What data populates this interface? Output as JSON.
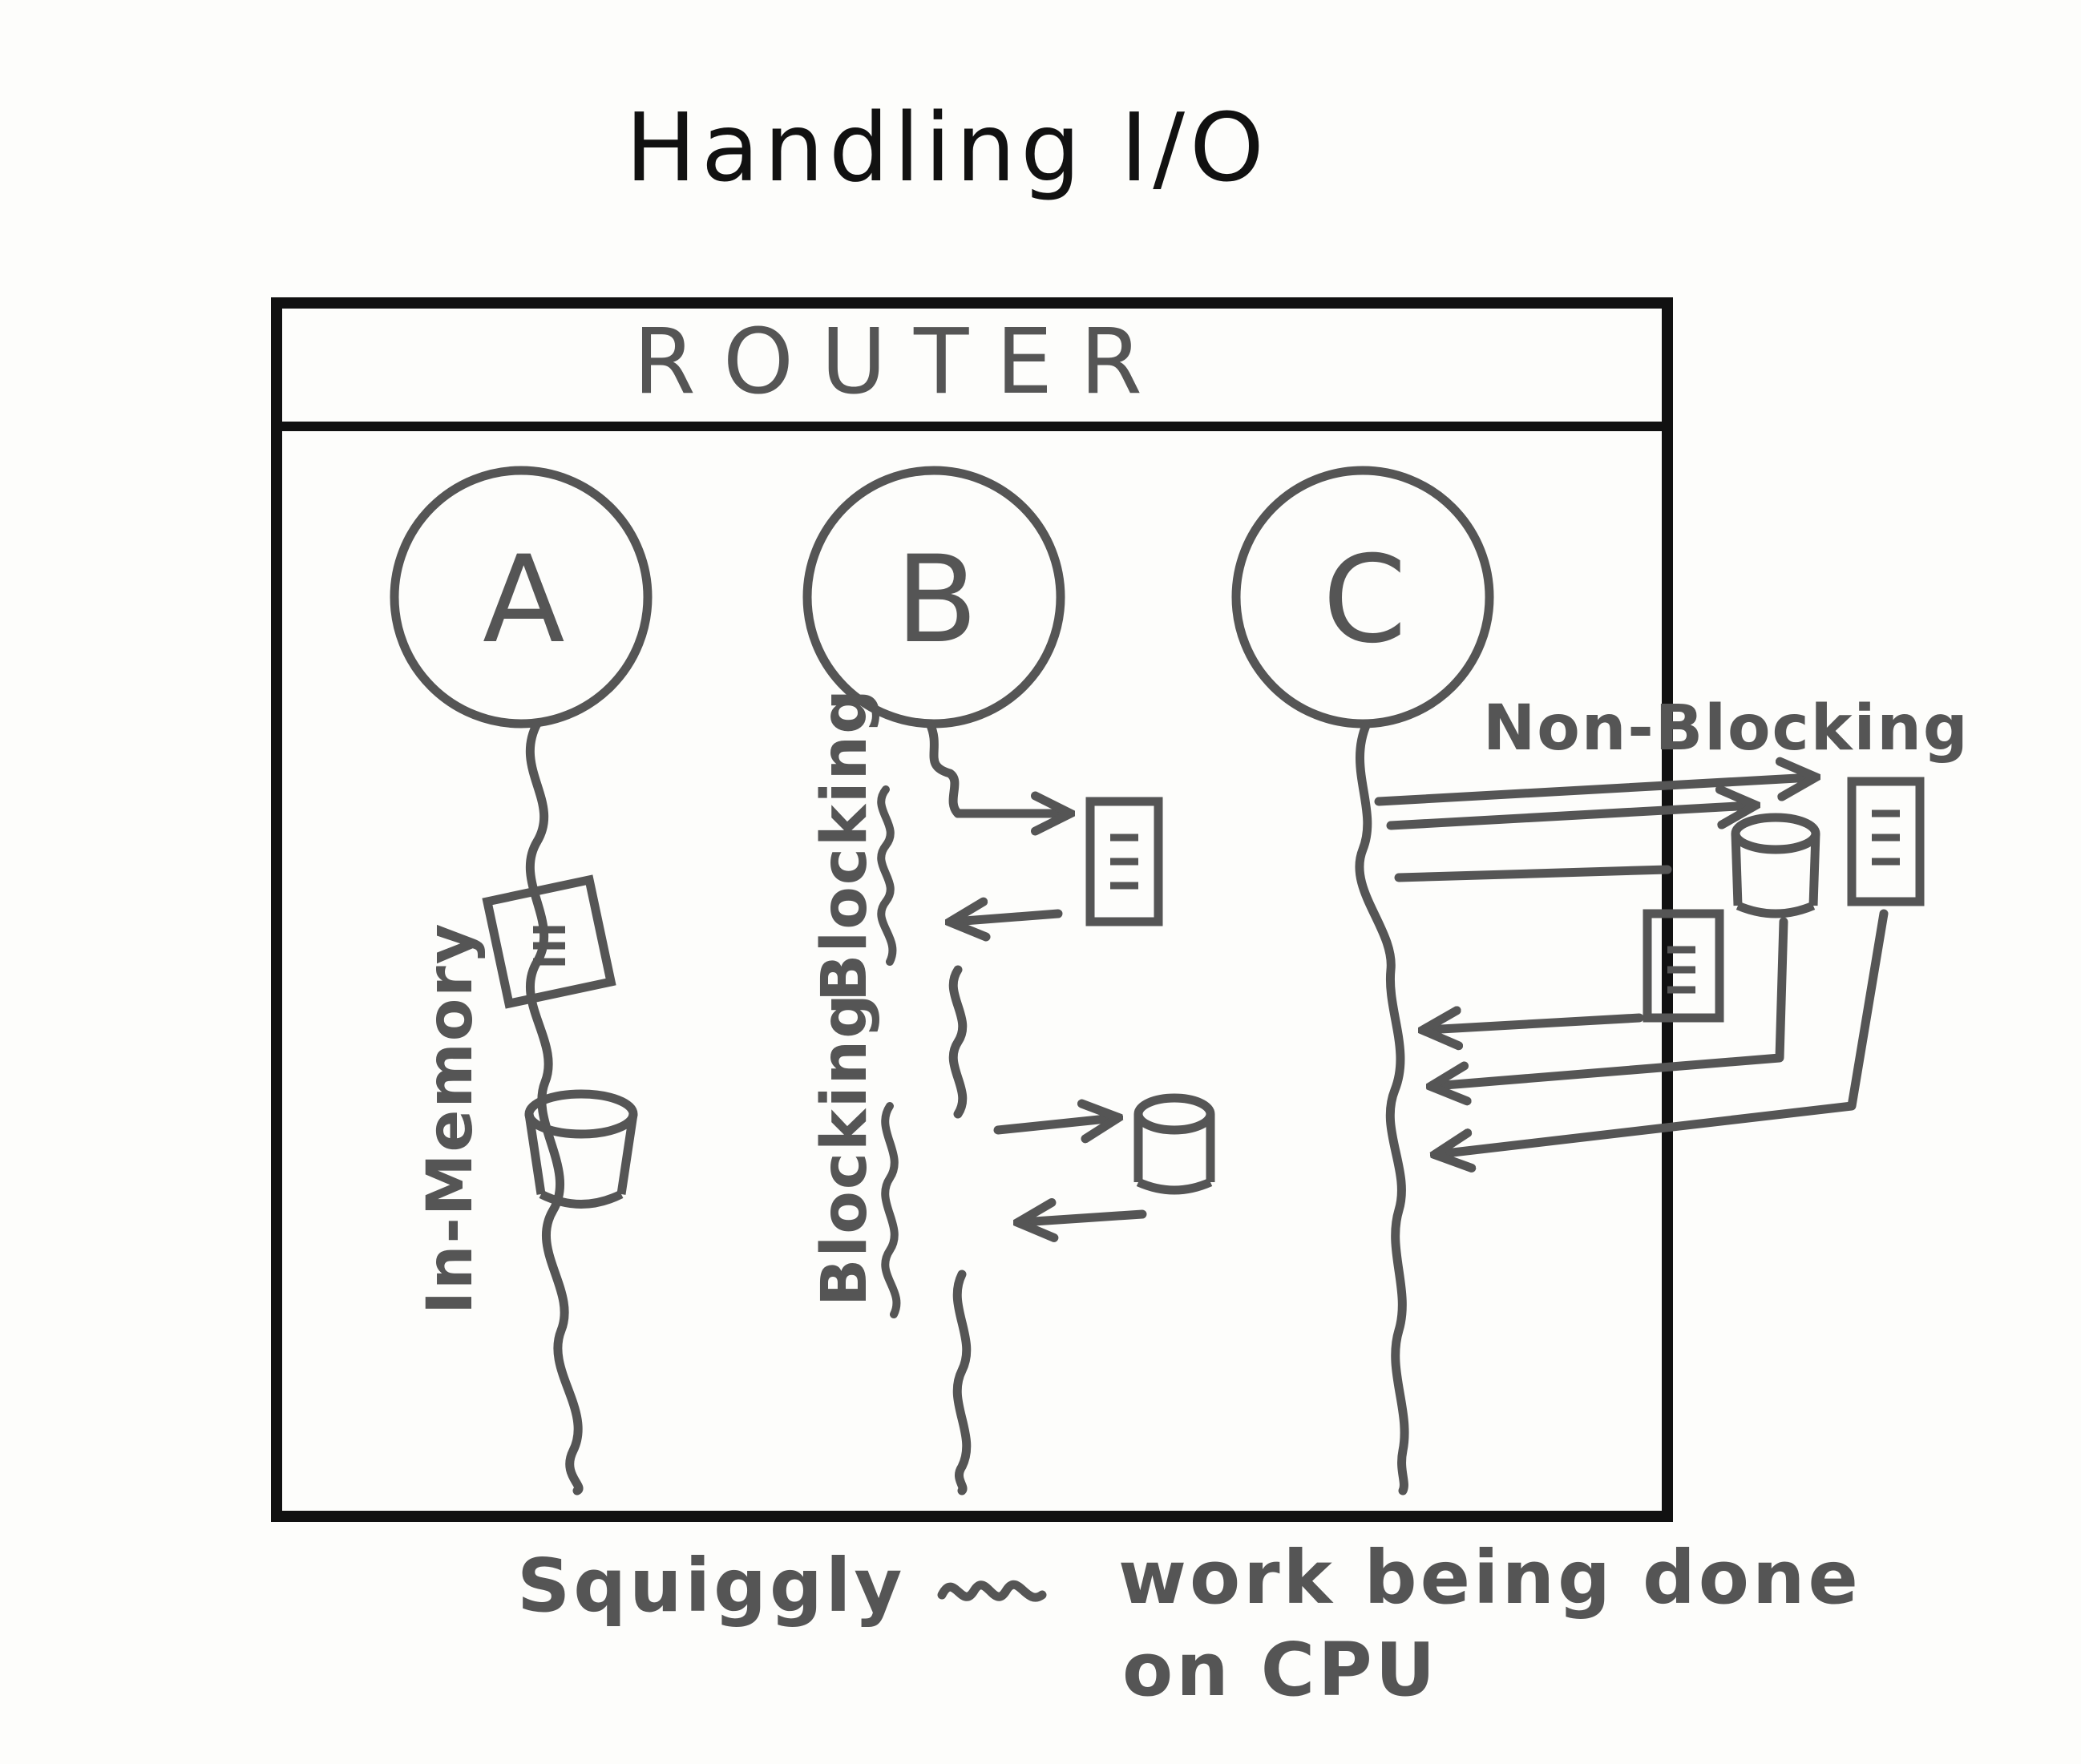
{
  "title": "Handling I/O",
  "router": {
    "label": "ROUTER"
  },
  "nodes": [
    {
      "id": "A",
      "label": "A"
    },
    {
      "id": "B",
      "label": "B"
    },
    {
      "id": "C",
      "label": "C"
    }
  ],
  "labels": {
    "in_memory": "In-Memory",
    "blocking_top": "Blocking",
    "blocking_bottom": "Blocking",
    "non_blocking": "Non-Blocking"
  },
  "caption": {
    "line1_left": "Squiggly",
    "line1_right": "work being done",
    "line2": "on CPU"
  },
  "colors": {
    "ink_black": "#111111",
    "ink_gray": "#555555",
    "paper": "#fdfdfb"
  },
  "icons": [
    "file-icon",
    "database-icon"
  ]
}
